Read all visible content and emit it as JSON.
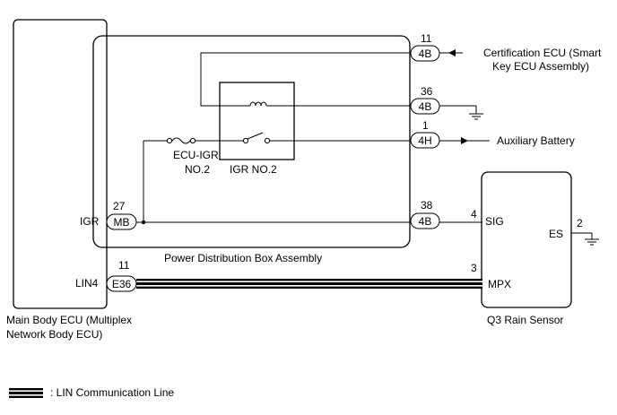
{
  "main_ecu": {
    "label_line1": "Main Body ECU (Multiplex",
    "label_line2": "Network Body ECU)",
    "pin_igr": "IGR",
    "pin_lin4": "LIN4",
    "conn_mb": "MB",
    "conn_mb_pin": "27",
    "conn_e36": "E36",
    "conn_e36_pin": "11"
  },
  "power_box": {
    "label": "Power Distribution Box Assembly",
    "fuse_label_line1": "ECU-IGR",
    "fuse_label_line2": "NO.2",
    "relay_label": "IGR NO.2",
    "connectors": [
      {
        "pin": "11",
        "name": "4B"
      },
      {
        "pin": "36",
        "name": "4B"
      },
      {
        "pin": "1",
        "name": "4H"
      },
      {
        "pin": "38",
        "name": "4B"
      }
    ]
  },
  "external": {
    "cert_ecu_line1": "Certification ECU (Smart",
    "cert_ecu_line2": "Key ECU Assembly)",
    "aux_battery": "Auxiliary Battery"
  },
  "rain_sensor": {
    "label": "Q3 Rain Sensor",
    "pin_sig": "SIG",
    "pin_sig_num": "4",
    "pin_es": "ES",
    "pin_es_num": "2",
    "pin_mpx": "MPX",
    "pin_mpx_num": "3"
  },
  "legend": {
    "label": ": LIN Communication Line"
  }
}
